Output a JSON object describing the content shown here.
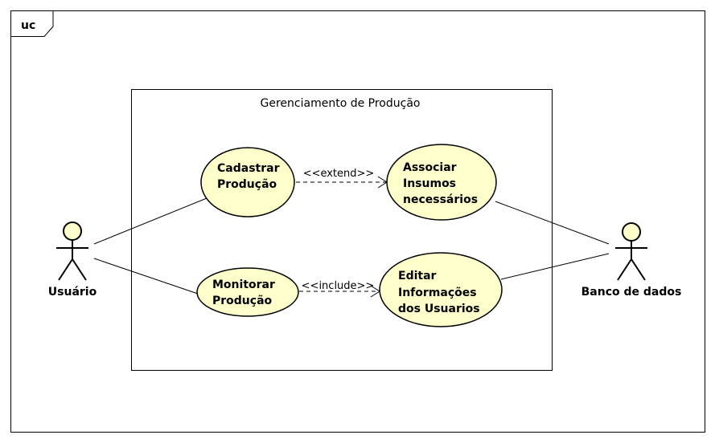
{
  "frame": {
    "tab": "uc"
  },
  "system": {
    "name": "Gerenciamento de Produção"
  },
  "actors": {
    "user": {
      "name": "Usuário"
    },
    "database": {
      "name": "Banco de dados"
    }
  },
  "use_cases": {
    "cadastrar": {
      "line1": "Cadastrar",
      "line2": "Produção"
    },
    "associar": {
      "line1": "Associar",
      "line2": "Insumos",
      "line3": "necessários"
    },
    "monitorar": {
      "line1": "Monitorar",
      "line2": "Produção"
    },
    "editar": {
      "line1": "Editar",
      "line2": "Informações",
      "line3": "dos Usuarios"
    }
  },
  "relations": {
    "extend": "<<extend>>",
    "include": "<<include>>"
  },
  "colors": {
    "use_case_fill": "#ffffcc",
    "stroke": "#000000"
  }
}
